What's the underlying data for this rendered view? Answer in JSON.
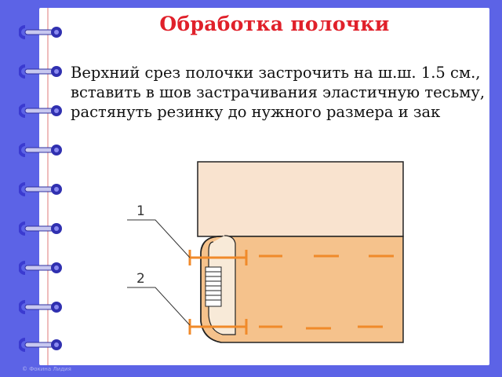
{
  "slide": {
    "title": "Обработка полочки",
    "body_text": "Верхний срез полочки застрочить на ш.ш. 1.5 см., вставить в шов застрачивания эластичную тесьму, растянуть резинку до нужного размера и зак",
    "footer": "© Фокина Лидия"
  },
  "figure": {
    "labels": [
      "1",
      "2"
    ]
  },
  "colors": {
    "background": "#5c63e6",
    "title": "#e0202a",
    "fabric_light": "#f9e3cf",
    "fabric_dark": "#f5c28c",
    "stitch": "#f08a2a"
  }
}
